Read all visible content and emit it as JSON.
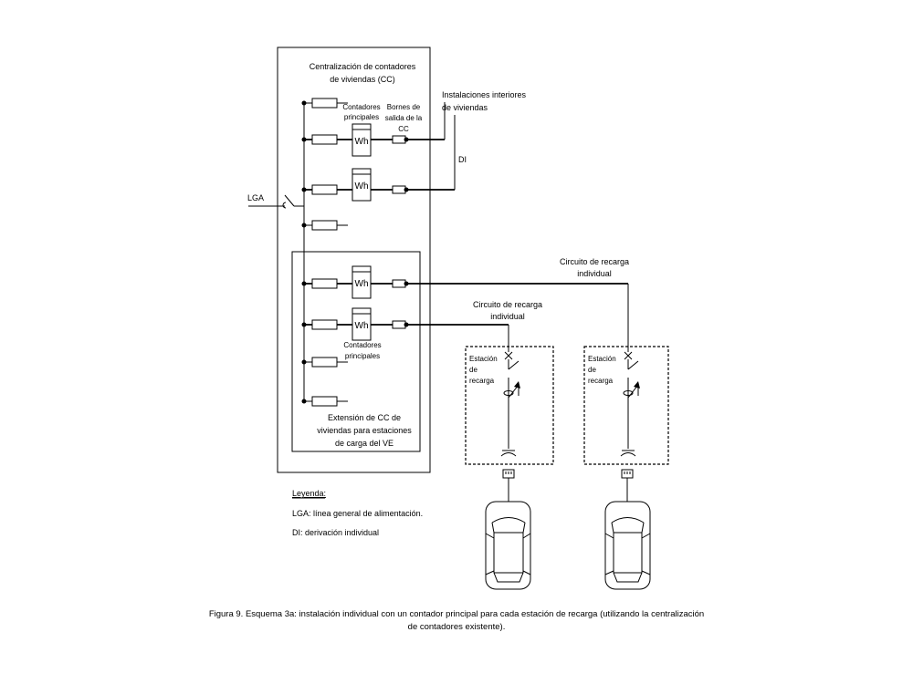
{
  "cc": {
    "title_line1": "Centralización de contadores",
    "title_line2": "de viviendas (CC)",
    "meters_label_line1": "Contadores",
    "meters_label_line2": "principales",
    "terminals_line1": "Bornes de",
    "terminals_line2": "salida de la",
    "terminals_line3": "CC",
    "meter_symbol": "Wh"
  },
  "interiores": {
    "line1": "Instalaciones interiores",
    "line2": "de viviendas"
  },
  "di_label": "DI",
  "lga_label": "LGA",
  "extension": {
    "meters_label_line1": "Contadores",
    "meters_label_line2": "principales",
    "line1": "Extensión de CC de",
    "line2": "viviendas para estaciones",
    "line3": "de carga del VE"
  },
  "circuit_1": {
    "line1": "Circuito de recarga",
    "line2": "individual"
  },
  "circuit_2": {
    "line1": "Circuito de recarga",
    "line2": "individual"
  },
  "station": {
    "line1": "Estación",
    "line2": "de",
    "line3": "recarga"
  },
  "legend": {
    "title": "Leyenda:",
    "lga": "LGA: línea general de alimentación.",
    "di": "DI: derivación individual"
  },
  "caption": {
    "line1": "Figura 9. Esquema 3a: instalación individual con un contador principal para cada estación de recarga (utilizando la centralización",
    "line2": "de contadores existente)."
  }
}
